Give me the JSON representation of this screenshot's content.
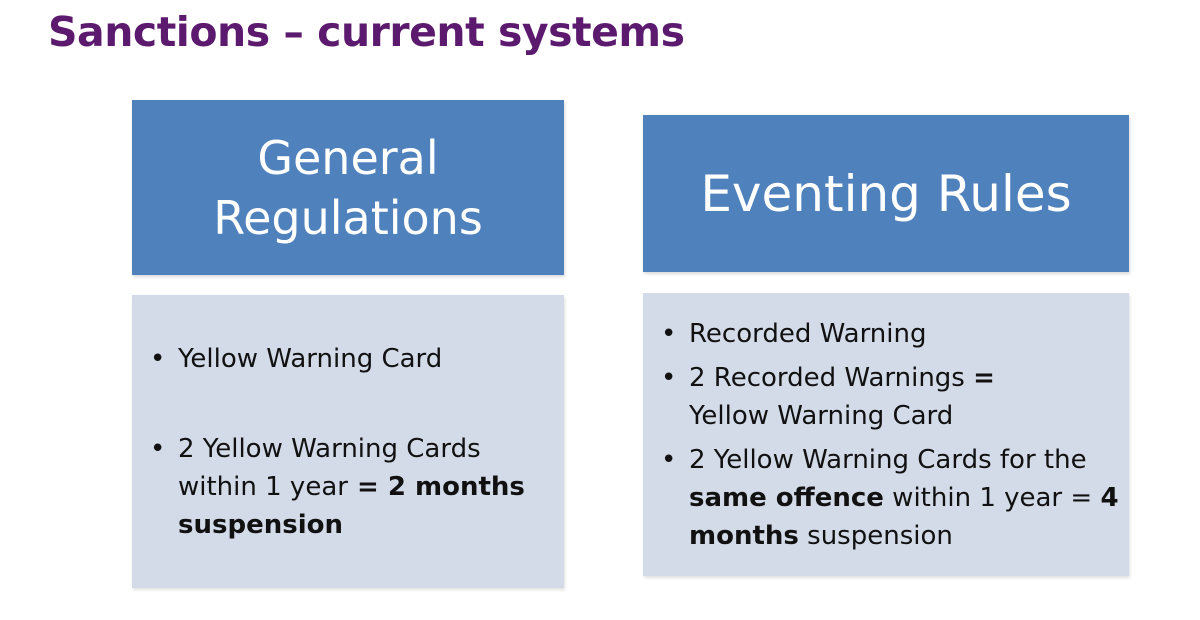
{
  "slide": {
    "title": "Sanctions – current systems"
  },
  "general": {
    "header_line1": "General",
    "header_line2": "Regulations",
    "item1": "Yellow Warning Card",
    "item2_text": "2 Yellow Warning Cards within 1 year",
    "item2_eq": " = ",
    "item2_bold": "2 months suspension"
  },
  "eventing": {
    "header": "Eventing Rules",
    "item1": "Recorded Warning",
    "item2_text": "2 Recorded Warnings ",
    "item2_eq": "=",
    "item2_rest": "Yellow Warning Card",
    "item3_pre": "2 Yellow Warning Cards for the ",
    "item3_bold1": "same offence",
    "item3_mid": " within 1 year = ",
    "item3_bold2": "4 months",
    "item3_post": " suspension"
  },
  "colors": {
    "title": "#5c1a6e",
    "header_bg": "#4f81bd",
    "body_bg": "#d3dbe9"
  }
}
